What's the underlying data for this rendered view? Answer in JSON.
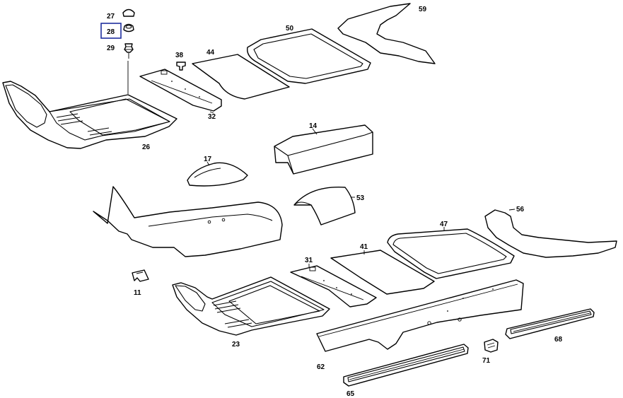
{
  "selected_callout": "28",
  "accent_color": "#1f2f9e",
  "callouts": {
    "c27": "27",
    "c28": "28",
    "c29": "29",
    "c38": "38",
    "c44": "44",
    "c50": "50",
    "c59": "59",
    "c32": "32",
    "c26": "26",
    "c14": "14",
    "c17": "17",
    "c53": "53",
    "c56": "56",
    "c47": "47",
    "c41": "41",
    "c31": "31",
    "c11": "11",
    "c23": "23",
    "c62": "62",
    "c71": "71",
    "c68": "68",
    "c65": "65"
  }
}
